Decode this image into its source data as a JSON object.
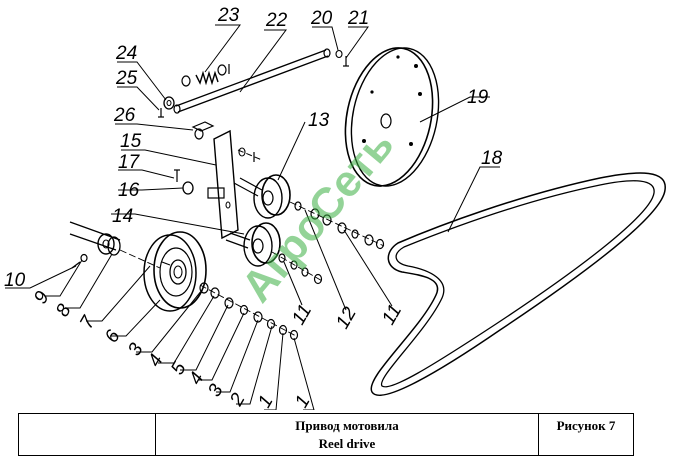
{
  "drawing": {
    "callouts": [
      "23",
      "22",
      "20",
      "21",
      "24",
      "25",
      "26",
      "15",
      "13",
      "19",
      "17",
      "16",
      "18",
      "14",
      "10",
      "9",
      "8",
      "7",
      "6",
      "3",
      "4",
      "5",
      "4",
      "3",
      "2",
      "1",
      "1",
      "11",
      "12",
      "11"
    ],
    "watermark": "АгроСеть"
  },
  "title_block": {
    "title_ru": "Привод мотовила",
    "title_en": "Reel drive",
    "figure_label": "Рисунок 7"
  },
  "colors": {
    "line": "#000000",
    "watermark": "#3cb043"
  }
}
